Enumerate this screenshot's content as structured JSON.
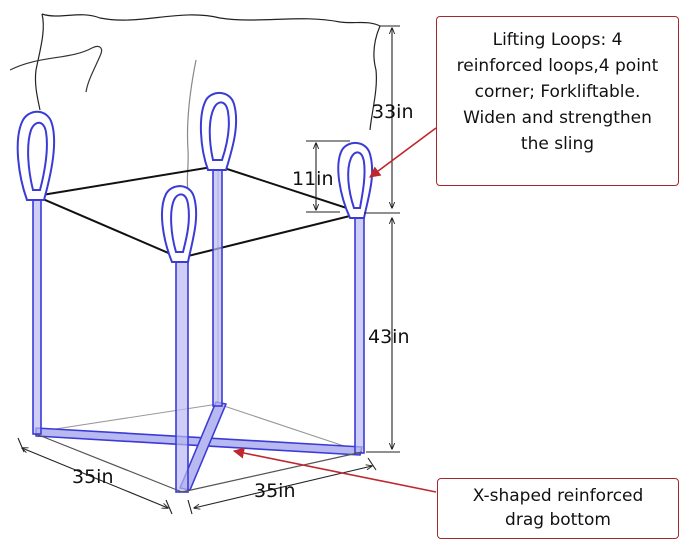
{
  "dimensions": {
    "top_height": "33in",
    "loop_height": "11in",
    "body_height": "43in",
    "left_width": "35in",
    "front_width": "35in"
  },
  "callouts": {
    "lifting_loops": [
      "Lifting Loops: 4",
      "reinforced loops,4 point",
      "corner; Forkliftable.",
      "Widen and strengthen",
      "the sling"
    ],
    "bottom": [
      "X-shaped reinforced",
      "drag bottom"
    ]
  },
  "colors": {
    "strap": "#3b3bd6",
    "strap_fill": "#b9b9f2",
    "outline": "#111111",
    "callout_border": "#a5282e",
    "arrow": "#c0262d"
  }
}
